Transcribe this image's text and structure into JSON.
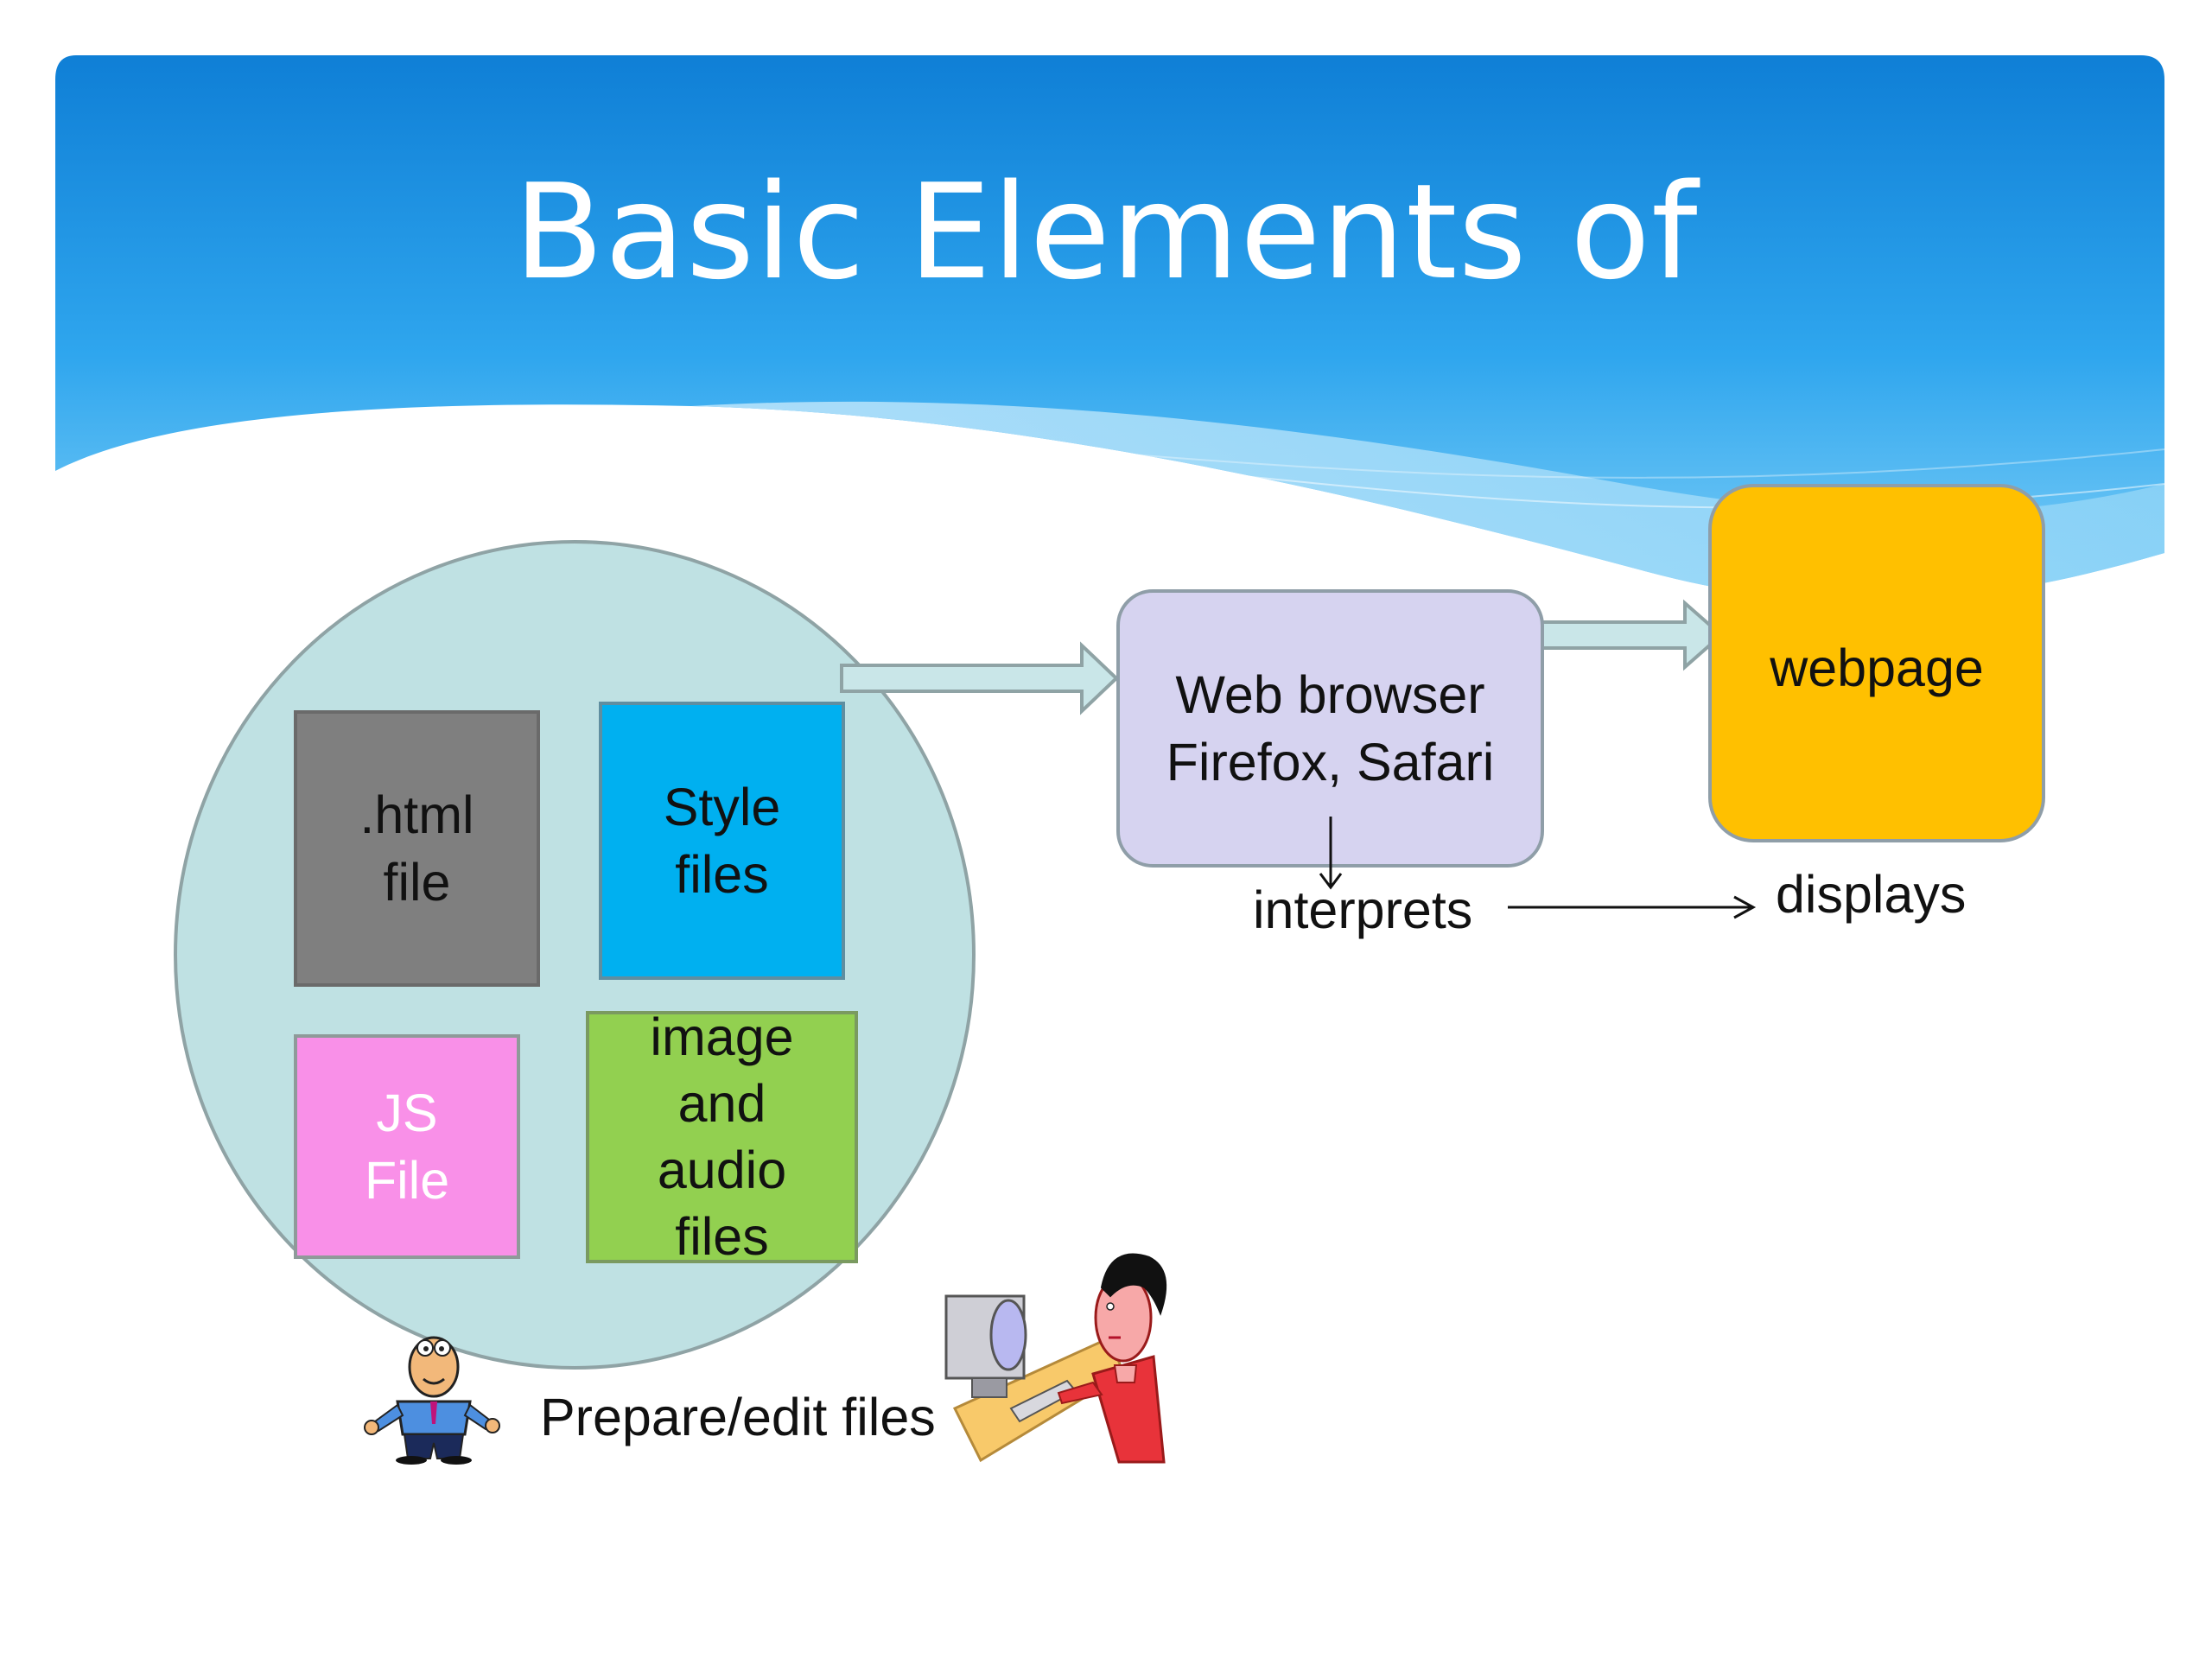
{
  "slide": {
    "title": "Basic Elements of"
  },
  "diagram": {
    "file_boxes": [
      {
        "label": ".html\nfile",
        "color": "#7f7f7f",
        "text_color": "#111111"
      },
      {
        "label": "Style\nfiles",
        "color": "#00b0f0",
        "text_color": "#111111"
      },
      {
        "label": "JS\nFile",
        "color": "#f990e8",
        "text_color": "#ffffff"
      },
      {
        "label": "image\nand\naudio\nfiles",
        "color": "#92d050",
        "text_color": "#111111"
      }
    ],
    "browser_box": {
      "label": "Web browser\nFirefox, Safari",
      "color": "#d6d3f0"
    },
    "webpage_box": {
      "label": "webpage",
      "color": "#ffc000"
    },
    "interprets_label": "interprets",
    "displays_label": "displays",
    "prepare_label": "Prepare/edit files",
    "colors": {
      "header_blue": "#1a8fe0",
      "circle_fill": "#bfe1e3",
      "arrow_fill": "#c9e6e8"
    },
    "icons": [
      "man-clipart-icon",
      "woman-at-computer-clipart-icon"
    ]
  }
}
